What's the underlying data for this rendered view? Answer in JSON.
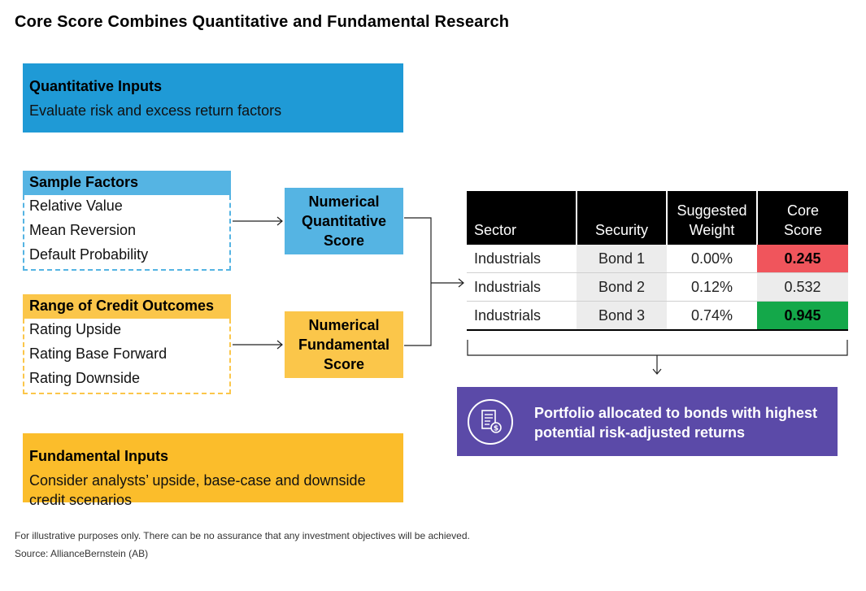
{
  "title": "Core Score Combines Quantitative and Fundamental Research",
  "quantitative_inputs": {
    "title": "Quantitative Inputs",
    "subtitle": "Evaluate risk and excess return factors"
  },
  "sample_factors": {
    "title": "Sample Factors",
    "items": [
      "Relative Value",
      "Mean Reversion",
      "Default Probability"
    ]
  },
  "credit_outcomes": {
    "title": "Range of Credit Outcomes",
    "items": [
      "Rating Upside",
      "Rating Base Forward",
      "Rating Downside"
    ]
  },
  "fundamental_inputs": {
    "title": "Fundamental Inputs",
    "subtitle": "Consider analysts’ upside, base-case and downside credit scenarios"
  },
  "scores": {
    "quantitative": "Numerical Quantitative Score",
    "fundamental": "Numerical Fundamental Score"
  },
  "table": {
    "headers": [
      "Sector",
      "Security",
      "Suggested Weight",
      "Core Score"
    ],
    "rows": [
      {
        "sector": "Industrials",
        "security": "Bond 1",
        "weight": "0.00%",
        "core": "0.245",
        "highlight": "#f0555c"
      },
      {
        "sector": "Industrials",
        "security": "Bond 2",
        "weight": "0.12%",
        "core": "0.532",
        "highlight": ""
      },
      {
        "sector": "Industrials",
        "security": "Bond 3",
        "weight": "0.74%",
        "core": "0.945",
        "highlight": "#14a84a"
      }
    ]
  },
  "portfolio": {
    "text": "Portfolio allocated to bonds with highest potential risk-adjusted returns",
    "icon": "document-dollar-icon"
  },
  "footnote": "For illustrative purposes only. There can be no assurance that any investment objectives will be achieved.",
  "source": "Source: AllianceBernstein (AB)",
  "colors": {
    "blue_dark": "#1f9ad6",
    "blue_light": "#55b4e3",
    "yellow_dark": "#fbbd2b",
    "yellow_light": "#fbc64a",
    "purple": "#5b4aa8",
    "red": "#f0555c",
    "green": "#14a84a"
  }
}
